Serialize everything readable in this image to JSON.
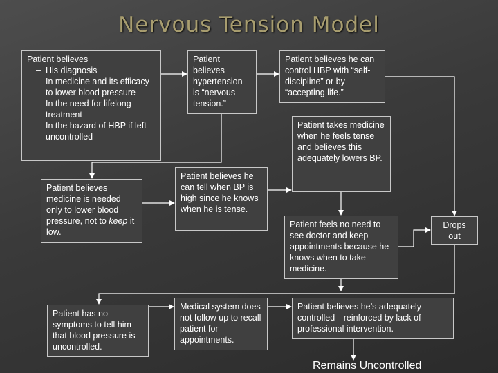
{
  "title": "Nervous Tension Model",
  "boxes": {
    "diagnosis": {
      "intro": "Patient believes",
      "bullets": [
        "His diagnosis",
        "In medicine and its efficacy to lower blood pressure",
        "In the need for lifelong treatment",
        "In the hazard of HBP if left uncontrolled"
      ]
    },
    "hypertension": "Patient believes hypertension is “nervous tension.”",
    "self_discipline": "Patient believes he can control HBP with “self-discipline” or by “accepting life.”",
    "medicine_lower": {
      "before": "Patient believes medicine is needed only to lower blood pressure, not to ",
      "emphasis": "keep",
      "after": " it low."
    },
    "tell_bp": "Patient believes he can tell when BP is high since he knows when he is tense.",
    "takes_medicine": "Patient takes medicine when he feels tense and believes this adequately lowers BP.",
    "no_need_doctor": "Patient feels no need to see doctor and keep appointments because he knows when to take medicine.",
    "drops_out": "Drops out",
    "no_symptoms": "Patient has no symptoms to tell him that blood pressure is uncontrolled.",
    "medical_system": "Medical system does not follow up to recall patient for appointments.",
    "adequately_controlled": "Patient believes he’s adequately controlled—reinforced by lack of professional intervention."
  },
  "outcome": "Remains Uncontrolled"
}
